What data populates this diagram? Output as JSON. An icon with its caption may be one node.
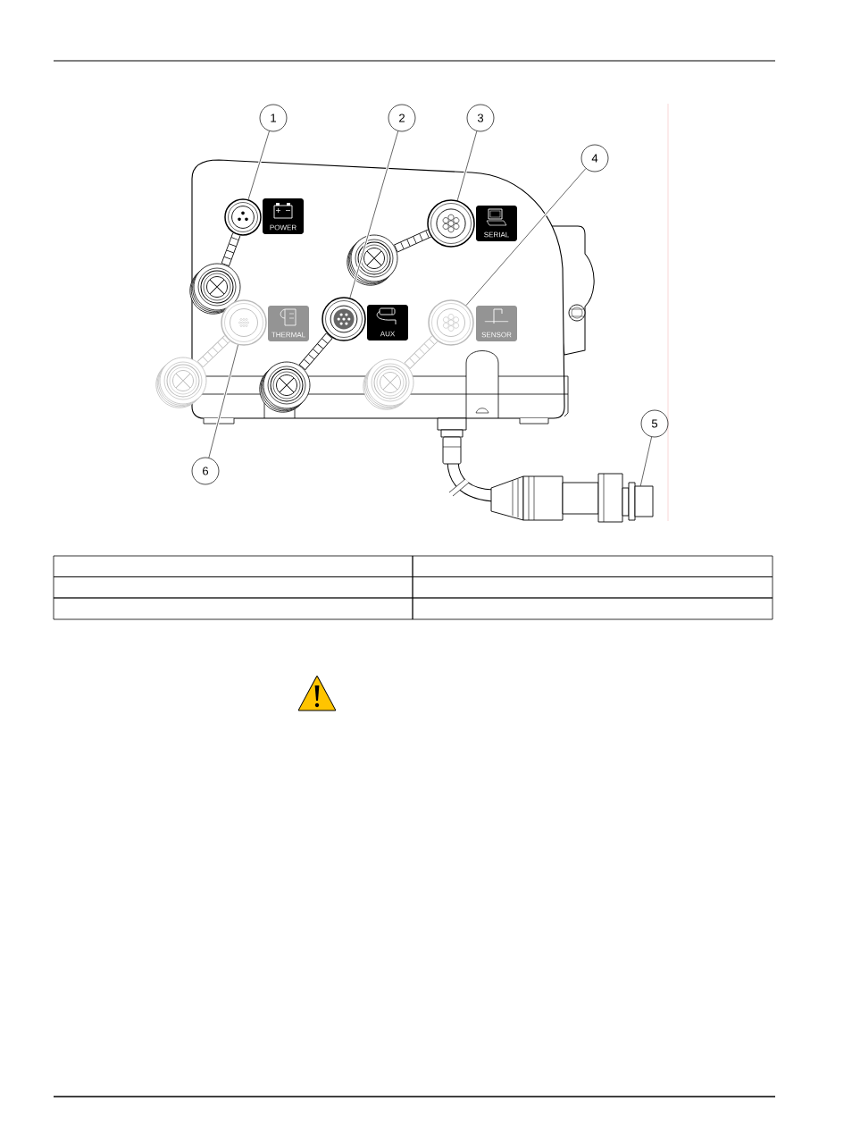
{
  "diagram": {
    "nodes": [
      {
        "text": [
          "1"
        ]
      },
      {
        "text": [
          "2"
        ]
      },
      {
        "text": [
          "3"
        ]
      },
      {
        "text": [
          "4"
        ]
      },
      {
        "text": [
          "5"
        ]
      },
      {
        "text": [
          "6"
        ]
      },
      {
        "text": [],
        "shape": "circle"
      },
      {
        "text": [],
        "shape": "circle"
      },
      {
        "text": [],
        "shape": "circle"
      },
      {
        "text": [],
        "shape": "circle"
      },
      {
        "text": [],
        "shape": "circle"
      },
      {
        "text": [],
        "shape": "picture"
      },
      {
        "text": [],
        "shape": "circle"
      },
      {
        "text": [],
        "shape": "circle"
      },
      {
        "text": [],
        "shape": "circle"
      },
      {
        "text": [],
        "shape": "circle"
      },
      {
        "text": [],
        "shape": "circle"
      }
    ],
    "edges": [
      {
        "from": 0,
        "to": 6,
        "arrow": "none"
      },
      {
        "from": 1,
        "to": 8,
        "arrow": "none"
      },
      {
        "from": 2,
        "to": 9,
        "arrow": "none"
      },
      {
        "from": 3,
        "to": 10,
        "arrow": "none"
      },
      {
        "from": 4,
        "to": 11,
        "arrow": "none"
      },
      {
        "from": 5,
        "to": 7,
        "arrow": "none"
      },
      {
        "from": 12,
        "to": 7,
        "arrow": "none",
        "style": "thick",
        "color": "#bababa"
      },
      {
        "from": 13,
        "to": 6,
        "arrow": "none",
        "style": "thick"
      },
      {
        "from": 14,
        "to": 8,
        "arrow": "none",
        "style": "thick"
      },
      {
        "from": 15,
        "to": 9,
        "arrow": "none",
        "style": "thick"
      },
      {
        "from": 16,
        "to": 10,
        "arrow": "none",
        "style": "thick",
        "color": "#bababa"
      }
    ],
    "labels": [
      "POWER",
      "SERIAL",
      "THERMAL",
      "AUX",
      "SENSOR"
    ]
  }
}
